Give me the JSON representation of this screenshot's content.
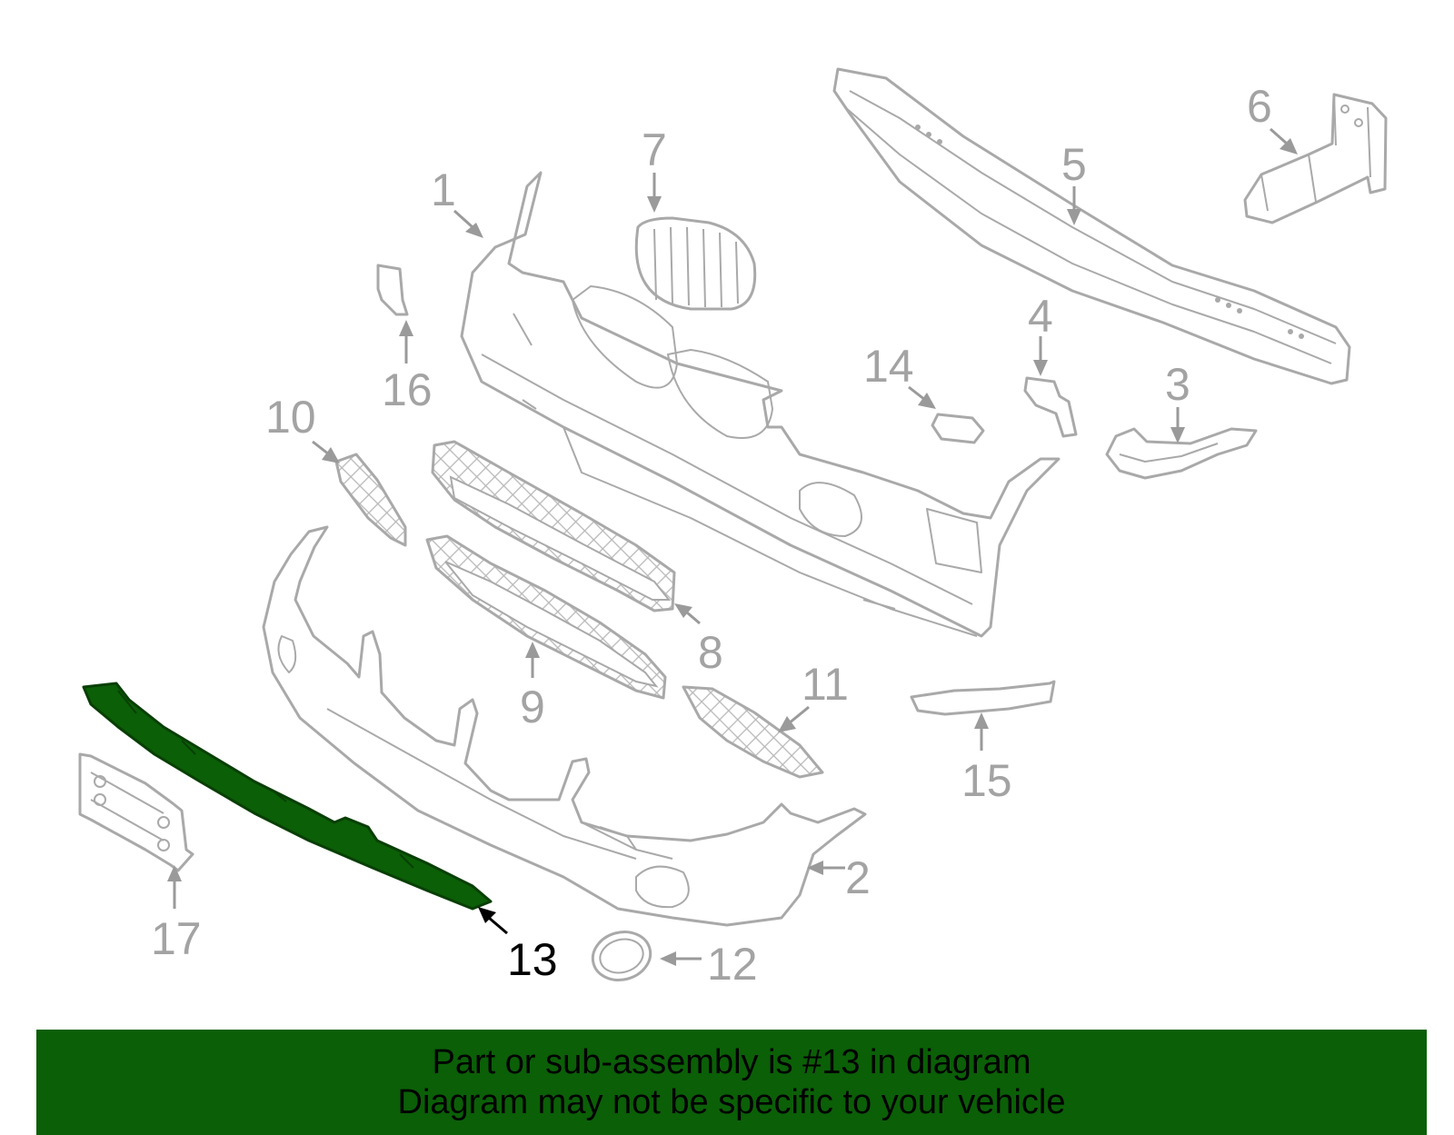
{
  "diagram": {
    "highlight_color": "#0b5f07",
    "highlighted_part": "13",
    "callouts": [
      {
        "id": "c1",
        "label": "1"
      },
      {
        "id": "c2",
        "label": "2"
      },
      {
        "id": "c3",
        "label": "3"
      },
      {
        "id": "c4",
        "label": "4"
      },
      {
        "id": "c5",
        "label": "5"
      },
      {
        "id": "c6",
        "label": "6"
      },
      {
        "id": "c7",
        "label": "7"
      },
      {
        "id": "c8",
        "label": "8"
      },
      {
        "id": "c9",
        "label": "9"
      },
      {
        "id": "c10",
        "label": "10"
      },
      {
        "id": "c11",
        "label": "11"
      },
      {
        "id": "c12",
        "label": "12"
      },
      {
        "id": "c13",
        "label": "13"
      },
      {
        "id": "c14",
        "label": "14"
      },
      {
        "id": "c15",
        "label": "15"
      },
      {
        "id": "c16",
        "label": "16"
      },
      {
        "id": "c17",
        "label": "17"
      }
    ]
  },
  "banner": {
    "line1": "Part or sub-assembly is #13 in diagram",
    "line2": "Diagram may not be specific to your vehicle",
    "background": "#0b5f07"
  }
}
